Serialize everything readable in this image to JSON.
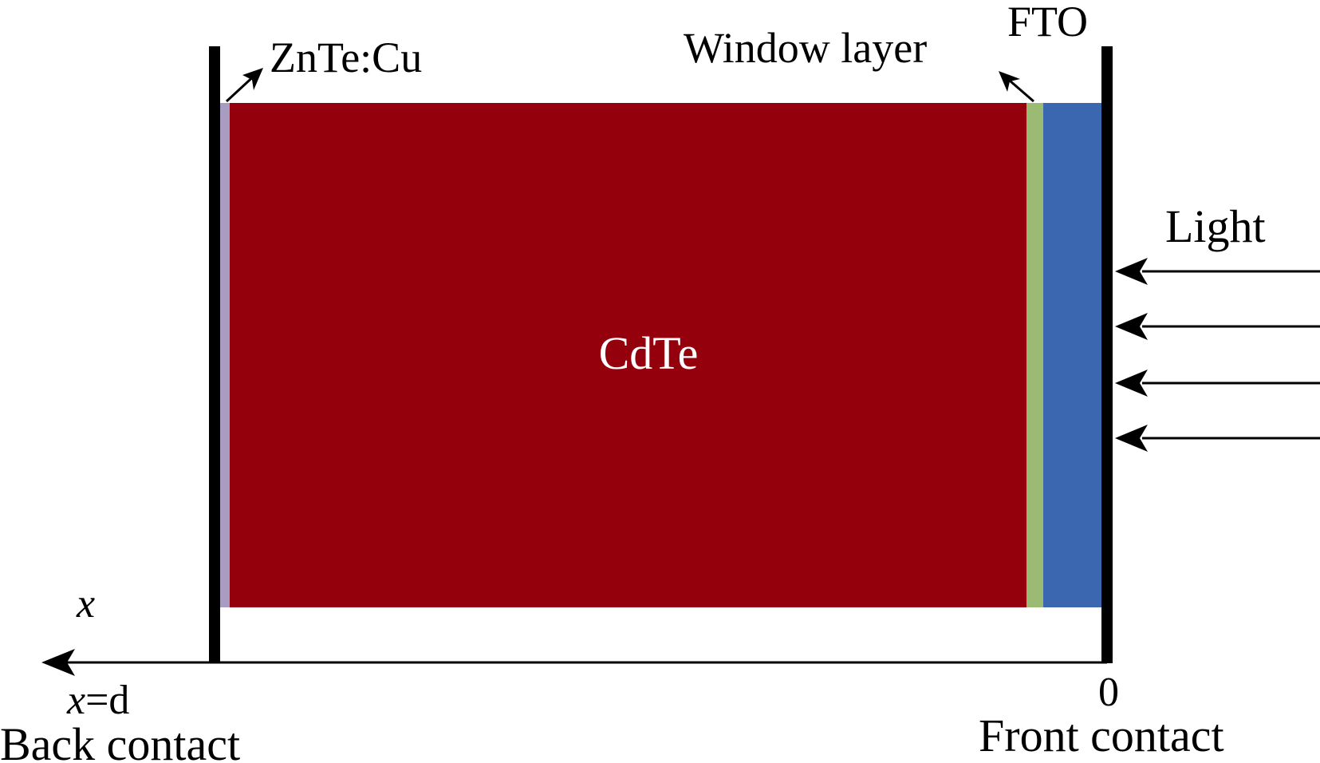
{
  "labels": {
    "zntecu": "ZnTe:Cu",
    "window_layer": "Window layer",
    "fto": "FTO",
    "cdte": "CdTe",
    "light": "Light",
    "x_axis": "x",
    "x_eq_italic": "x",
    "x_eq_rest": "=d",
    "zero": "0",
    "back_contact": "Back contact",
    "front_contact": "Front contact"
  },
  "colors": {
    "zntecu": "#a99cc1",
    "cdte": "#94000c",
    "window_layer": "#9bba74",
    "fto": "#3b67b0",
    "contact": "#000000",
    "cdte_text": "#ffffff"
  },
  "light_arrow_count": 4
}
